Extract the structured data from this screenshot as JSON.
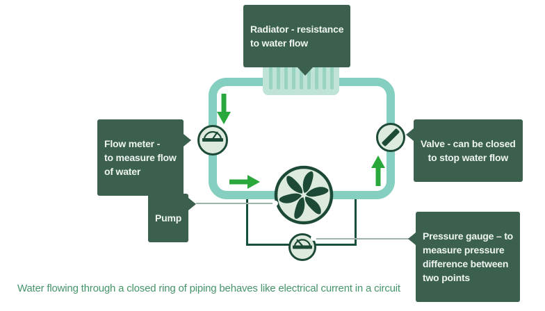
{
  "colors": {
    "background": "#ffffff",
    "pipe": "#84cfc0",
    "radiator_fill": "#bfe3d6",
    "radiator_stripe": "#98d3c1",
    "label_bg": "#3c604e",
    "label_text": "#eef5f0",
    "icon_fill": "#dcebdd",
    "icon_stroke": "#1d4a36",
    "arrow": "#2aa83c",
    "loop_line": "#15503a",
    "connector": "#9fb3a7",
    "caption": "#45946a"
  },
  "labels": {
    "radiator": "Radiator - resistance\nto water flow",
    "flow_meter": "Flow meter -\nto measure flow\nof water",
    "valve": "Valve - can be closed\nto stop water flow",
    "pump": "Pump",
    "pressure_gauge": "Pressure gauge – to\nmeasure pressure\ndifference between\ntwo points"
  },
  "icons": {
    "flow_meter": "flow-meter-dial-icon",
    "valve": "valve-icon",
    "pump": "pump-impeller-icon",
    "pressure_gauge": "pressure-gauge-dial-icon",
    "flow_direction": [
      "arrow-down-icon",
      "arrow-right-icon",
      "arrow-up-icon"
    ]
  },
  "caption": "Water flowing through a closed ring of piping behaves like electrical current in a circuit"
}
